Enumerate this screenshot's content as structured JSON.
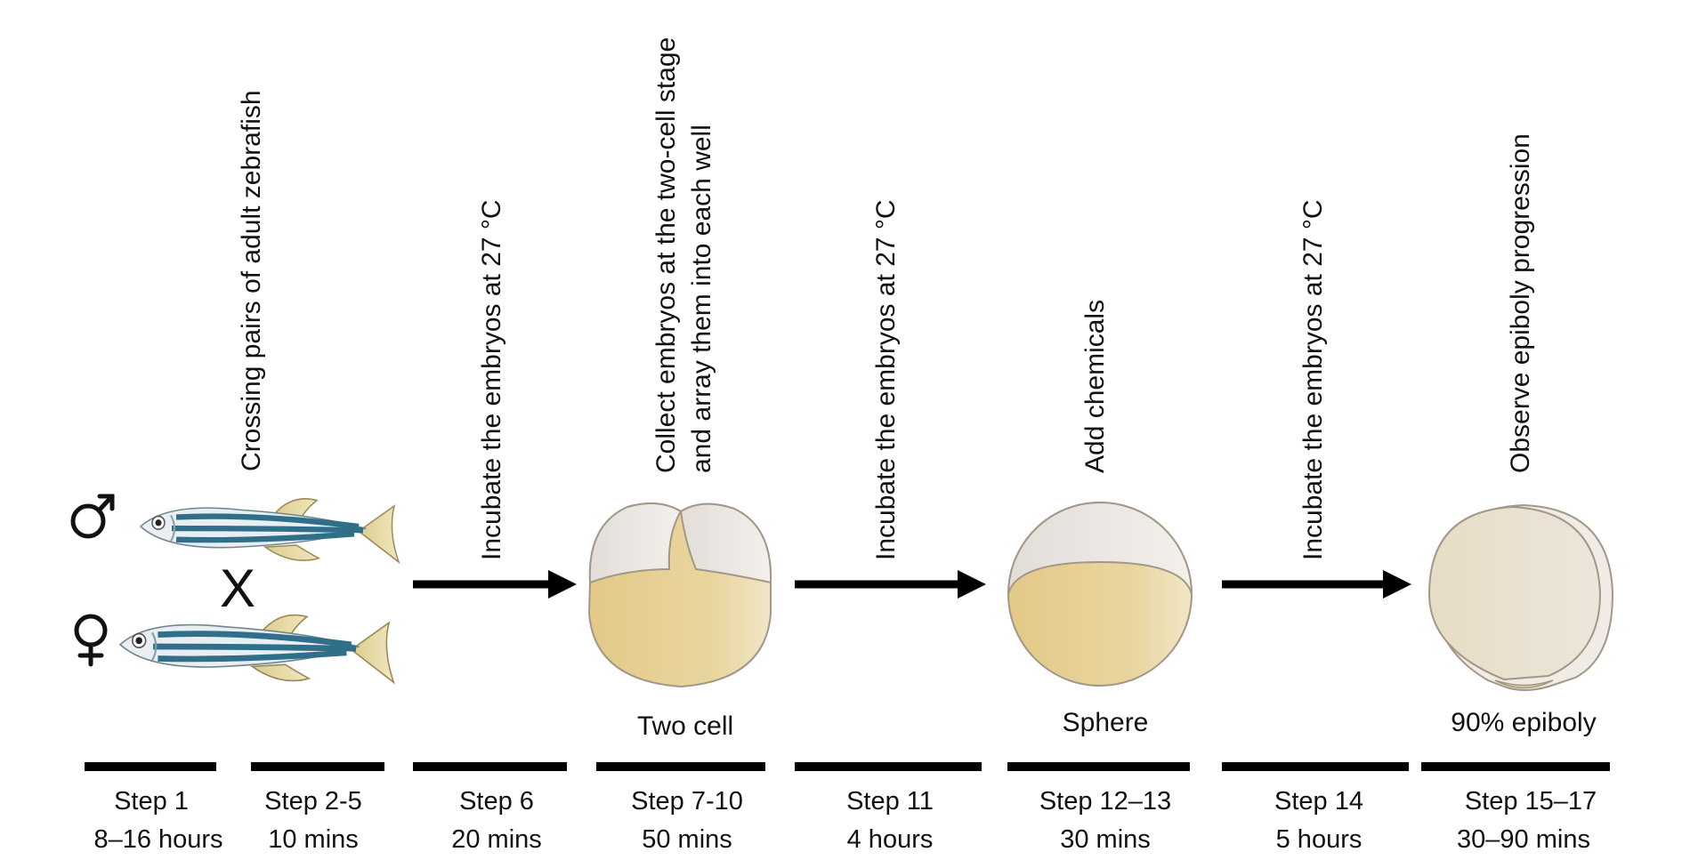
{
  "instructions": {
    "crossing": "Crossing pairs of adult zebrafish",
    "incubate_1": "Incubate the embryos at 27 °C",
    "collect_line1": "Collect embryos at the two-cell stage",
    "collect_line2": "and array them into each well",
    "incubate_2": "Incubate the embryos at 27 °C",
    "add_chemicals": "Add chemicals",
    "incubate_3": "Incubate the embryos at 27 °C",
    "observe": "Observe epiboly progression"
  },
  "cross_symbol": "X",
  "stages": {
    "two_cell": "Two cell",
    "sphere": "Sphere",
    "epiboly": "90% epiboly"
  },
  "timeline": [
    {
      "step": "Step 1",
      "time": "8–16 hours"
    },
    {
      "step": "Step 2-5",
      "time": "10 mins"
    },
    {
      "step": "Step 6",
      "time": "20 mins"
    },
    {
      "step": "Step 7-10",
      "time": "50 mins"
    },
    {
      "step": "Step 11",
      "time": "4 hours"
    },
    {
      "step": "Step 12–13",
      "time": "30 mins"
    },
    {
      "step": "Step 14",
      "time": "5 hours"
    },
    {
      "step": "Step 15–17",
      "time": "30–90 mins"
    }
  ],
  "colors": {
    "fish_stripe": "#2f6f8a",
    "fish_body": "#e6ecef",
    "fin_yellow": "#e9d9a0",
    "yolk": "#e6cf8f",
    "cell": "#ece8e3",
    "outline": "#a09488"
  },
  "icons": [
    "male-symbol-icon",
    "female-symbol-icon",
    "zebrafish-icon",
    "arrow-right-icon",
    "embryo-icon"
  ]
}
